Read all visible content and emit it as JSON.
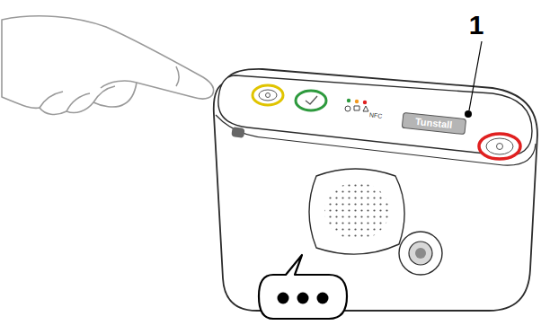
{
  "diagram": {
    "labels": [
      "1",
      "Tunstall",
      "NFC"
    ]
  }
}
